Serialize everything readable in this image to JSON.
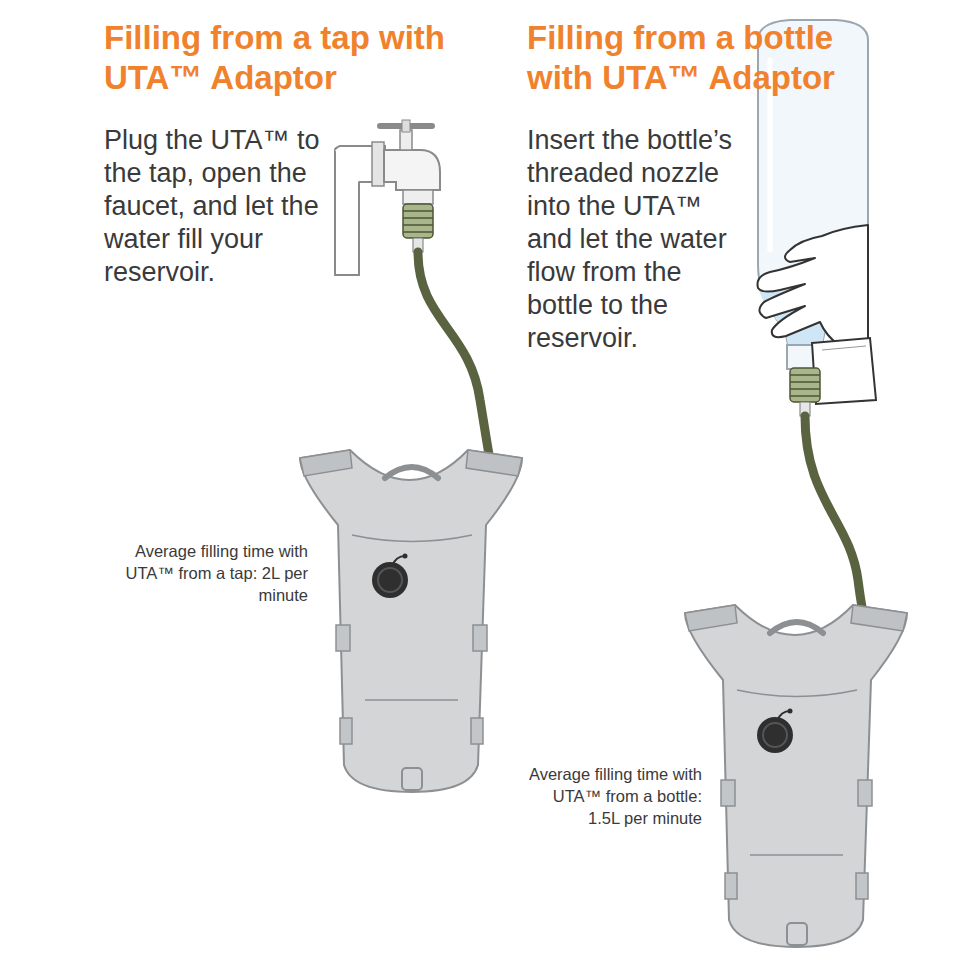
{
  "diagram": {
    "labels": [
      "Filling from a tap with UTA™ Adaptor",
      "Plug the UTA™ to the tap, open the faucet, and let the water fill your reservoir.",
      "Average filling time with UTA™ from a tap: 2L per minute",
      "Filling from a bottle with UTA™ Adaptor",
      "Insert the bottle’s threaded nozzle into the UTA™ and let the water flow from the bottle to the reservoir.",
      "Average filling time with UTA™ from a bottle: 1.5L per minute"
    ]
  }
}
